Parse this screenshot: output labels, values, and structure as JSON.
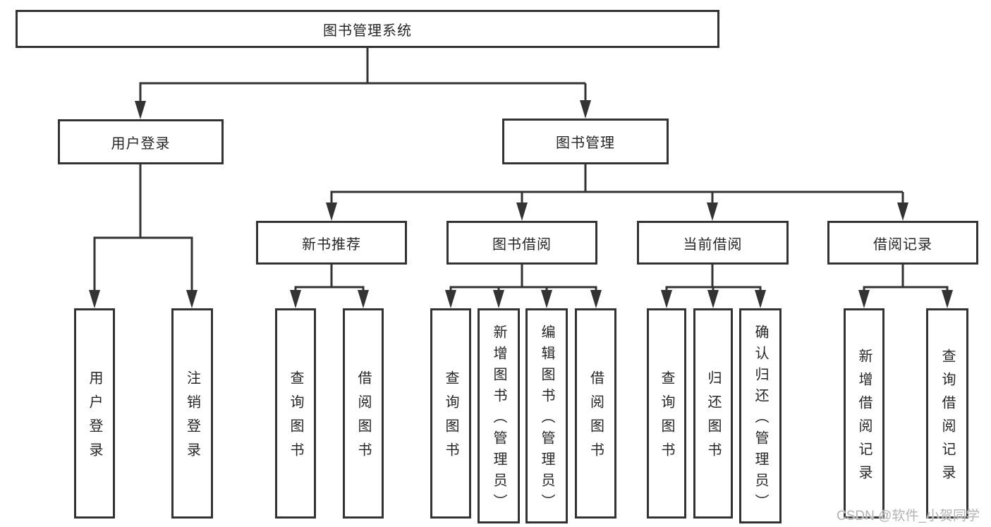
{
  "diagram": {
    "type": "functional-structure-tree",
    "background": "#ffffff",
    "colors": {
      "line": "#333333",
      "box_border": "#333333",
      "box_fill": "#ffffff",
      "text": "#262626",
      "watermark": "#b3b3b3"
    }
  },
  "tree": {
    "label": "图书管理系统",
    "children": [
      {
        "label": "用户登录",
        "children": [
          {
            "label": "用户登录"
          },
          {
            "label": "注销登录"
          }
        ]
      },
      {
        "label": "图书管理",
        "children": [
          {
            "label": "新书推荐",
            "children": [
              {
                "label": "查询图书"
              },
              {
                "label": "借阅图书"
              }
            ]
          },
          {
            "label": "图书借阅",
            "children": [
              {
                "label": "查询图书"
              },
              {
                "label": "新增图书（管理员）"
              },
              {
                "label": "编辑图书（管理员）"
              },
              {
                "label": "借阅图书"
              }
            ]
          },
          {
            "label": "当前借阅",
            "children": [
              {
                "label": "查询图书"
              },
              {
                "label": "归还图书"
              },
              {
                "label": "确认归还（管理员）"
              }
            ]
          },
          {
            "label": "借阅记录",
            "children": [
              {
                "label": "新增借阅记录"
              },
              {
                "label": "查询借阅记录"
              }
            ]
          }
        ]
      }
    ]
  },
  "watermark": "CSDN @软件_小贺同学"
}
